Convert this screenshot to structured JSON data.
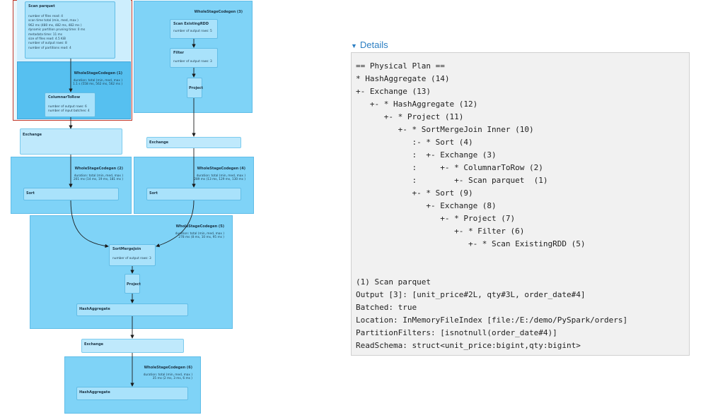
{
  "dag": {
    "scan_parquet": {
      "title": "Scan parquet",
      "metrics": [
        "number of files read: 4",
        "scan time total (min, med, max )",
        "962 ms (480 ms, 482 ms, 482 ms )",
        "dynamic partition pruning time: 0 ms",
        "metadata time: 11 ms",
        "size of files read: 4.5 KiB",
        "number of output rows: 8",
        "number of partitions read: 4"
      ]
    },
    "wsc1": {
      "title": "WholeStageCodegen (1)",
      "line1": "duration: total (min, med, max )",
      "line2": "1.1 s (558 ms, 562 ms, 562 ms )"
    },
    "columnar_to_row": {
      "title": "ColumnarToRow",
      "metrics": [
        "number of output rows: 6",
        "number of input batches: 4"
      ]
    },
    "wsc3": {
      "title": "WholeStageCodegen (3)"
    },
    "scan_rdd": {
      "title": "Scan ExistingRDD",
      "metrics": [
        "number of output rows: 5"
      ]
    },
    "filter": {
      "title": "Filter",
      "metrics": [
        "number of output rows: 3"
      ]
    },
    "project_top": {
      "title": "Project"
    },
    "exchange_left": {
      "title": "Exchange"
    },
    "exchange_right": {
      "title": "Exchange"
    },
    "wsc2": {
      "title": "WholeStageCodegen (2)",
      "line1": "duration: total (min, med, max )",
      "line2": "201 ms (14 ms, 19 ms, 181 ms )"
    },
    "sort_left": {
      "title": "Sort"
    },
    "wsc4": {
      "title": "WholeStageCodegen (4)",
      "line1": "duration: total (min, med, max )",
      "line2": "289 ms (13 ms, 129 ms, 130 ms )"
    },
    "sort_right": {
      "title": "Sort"
    },
    "wsc5": {
      "title": "WholeStageCodegen (5)",
      "line1": "duration: total (min, med, max )",
      "line2": "278 ms (8 ms, 10 ms, 95 ms )"
    },
    "smj": {
      "title": "SortMergeJoin",
      "metrics": [
        "number of output rows: 3"
      ]
    },
    "project_mid": {
      "title": "Project"
    },
    "hashagg_mid": {
      "title": "HashAggregate"
    },
    "exchange_bottom": {
      "title": "Exchange"
    },
    "wsc6": {
      "title": "WholeStageCodegen (6)",
      "line1": "duration: total (min, med, max )",
      "line2": "35 ms (2 ms, 3 ms, 6 ms )"
    },
    "hashagg_bottom": {
      "title": "HashAggregate"
    }
  },
  "details": {
    "toggle_label": "Details",
    "plan_lines": [
      "== Physical Plan ==",
      "* HashAggregate (14)",
      "+- Exchange (13)",
      "   +- * HashAggregate (12)",
      "      +- * Project (11)",
      "         +- * SortMergeJoin Inner (10)",
      "            :- * Sort (4)",
      "            :  +- Exchange (3)",
      "            :     +- * ColumnarToRow (2)",
      "            :        +- Scan parquet  (1)",
      "            +- * Sort (9)",
      "               +- Exchange (8)",
      "                  +- * Project (7)",
      "                     +- * Filter (6)",
      "                        +- * Scan ExistingRDD (5)",
      "",
      "",
      "(1) Scan parquet",
      "Output [3]: [unit_price#2L, qty#3L, order_date#4]",
      "Batched: true",
      "Location: InMemoryFileIndex [file:/E:/demo/PySpark/orders]",
      "PartitionFilters: [isnotnull(order_date#4)]",
      "ReadSchema: struct<unit_price:bigint,qty:bigint>"
    ]
  },
  "colors": {
    "cluster": "#7fd3f7",
    "node": "#a9e2fb",
    "highlight_border": "#c0392b",
    "link": "#2c7fc3"
  }
}
